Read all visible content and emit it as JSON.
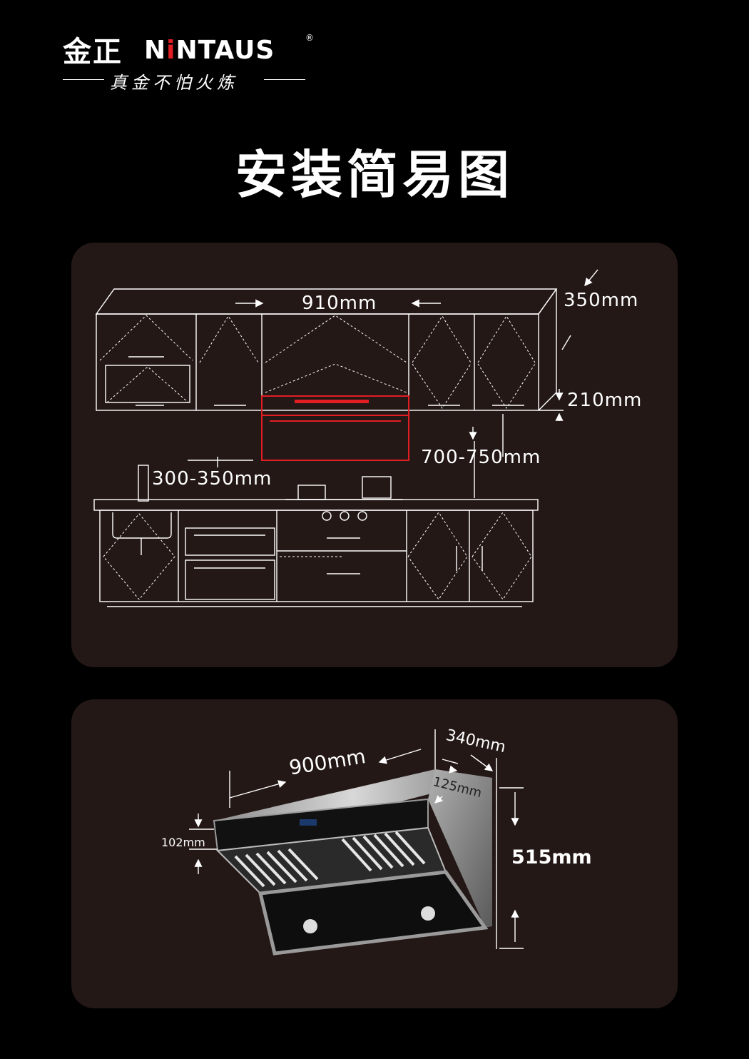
{
  "brand": {
    "cn_name": "金正",
    "en_name_pre": "N",
    "en_name_i": "i",
    "en_name_post": "NTAUS",
    "registered": "®",
    "slogan": "真金不怕火炼",
    "accent_color": "#e01e24"
  },
  "title": "安装简易图",
  "install_diagram": {
    "width_label": "910mm",
    "depth_label": "350mm",
    "offset_label": "210mm",
    "height_label": "700-750mm",
    "side_clearance_label": "300-350mm",
    "line_color": "#ffffff",
    "highlight_color": "#e01e24"
  },
  "hood_dimensions": {
    "width_label": "900mm",
    "depth_label": "340mm",
    "top_depth_label": "125mm",
    "front_height_label": "102mm",
    "height_label": "515mm",
    "panel_color": "#231816"
  }
}
